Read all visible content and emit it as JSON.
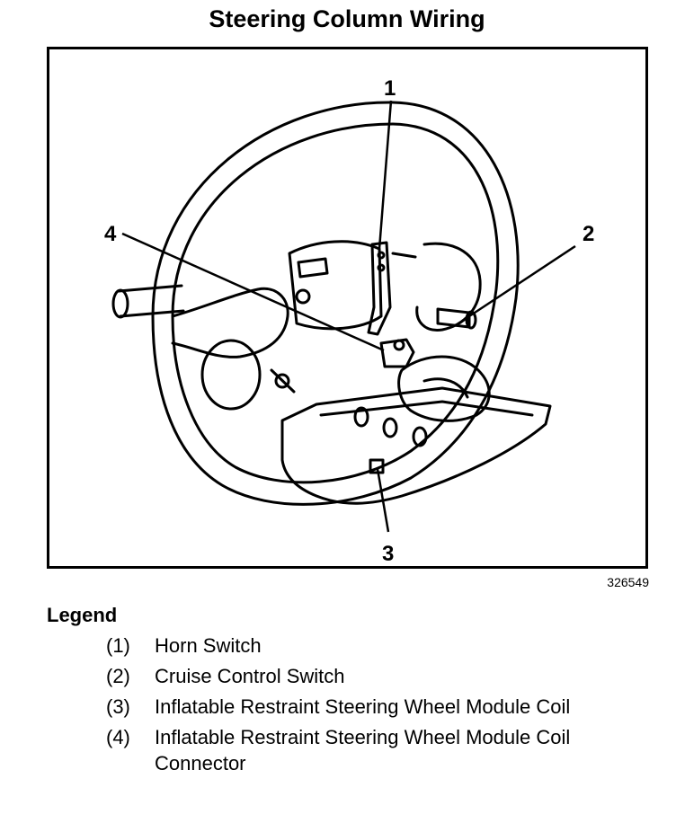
{
  "title": "Steering Column Wiring",
  "figure_id": "326549",
  "callouts": [
    "1",
    "2",
    "3",
    "4"
  ],
  "legend": {
    "heading": "Legend",
    "items": [
      {
        "num": "(1)",
        "text": "Horn Switch"
      },
      {
        "num": "(2)",
        "text": "Cruise Control Switch"
      },
      {
        "num": "(3)",
        "text": "Inflatable Restraint Steering Wheel Module Coil"
      },
      {
        "num": "(4)",
        "text": "Inflatable Restraint Steering Wheel Module Coil Connector"
      }
    ]
  }
}
